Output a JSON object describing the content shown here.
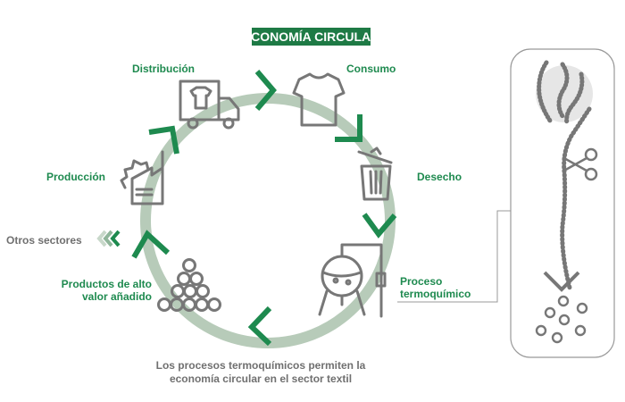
{
  "title": "ECONOMÍA CIRCULAR",
  "stages": {
    "distribucion": "Distribución",
    "consumo": "Consumo",
    "desecho": "Desecho",
    "proceso_1": "Proceso",
    "proceso_2": "termoquímico",
    "productos_1": "Productos de alto",
    "productos_2": "valor añadido",
    "produccion": "Producción"
  },
  "otros_sectores": "Otros sectores",
  "caption": {
    "line1": "Los procesos termoquímicos permiten la",
    "line2": "economía circular en el sector textil"
  },
  "colors": {
    "accent": "#1e8a4f",
    "ring": "#b7cbb9",
    "icon": "#777777"
  }
}
